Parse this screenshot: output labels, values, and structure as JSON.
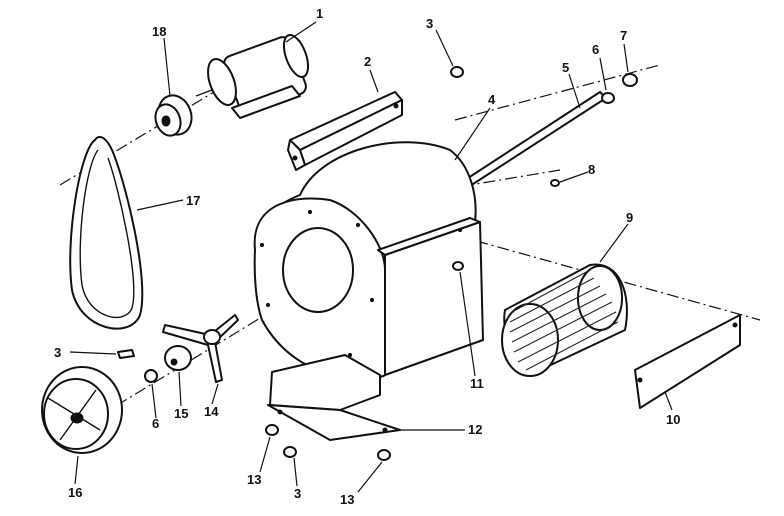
{
  "diagram": {
    "callouts": [
      {
        "id": "c1",
        "label": "1"
      },
      {
        "id": "c2",
        "label": "2"
      },
      {
        "id": "c3a",
        "label": "3"
      },
      {
        "id": "c3b",
        "label": "3"
      },
      {
        "id": "c3c",
        "label": "3"
      },
      {
        "id": "c4",
        "label": "4"
      },
      {
        "id": "c5",
        "label": "5"
      },
      {
        "id": "c6a",
        "label": "6"
      },
      {
        "id": "c6b",
        "label": "6"
      },
      {
        "id": "c7",
        "label": "7"
      },
      {
        "id": "c8",
        "label": "8"
      },
      {
        "id": "c9",
        "label": "9"
      },
      {
        "id": "c10",
        "label": "10"
      },
      {
        "id": "c11",
        "label": "11"
      },
      {
        "id": "c12",
        "label": "12"
      },
      {
        "id": "c13a",
        "label": "13"
      },
      {
        "id": "c13b",
        "label": "13"
      },
      {
        "id": "c14",
        "label": "14"
      },
      {
        "id": "c15",
        "label": "15"
      },
      {
        "id": "c16",
        "label": "16"
      },
      {
        "id": "c17",
        "label": "17"
      },
      {
        "id": "c18",
        "label": "18"
      }
    ]
  }
}
